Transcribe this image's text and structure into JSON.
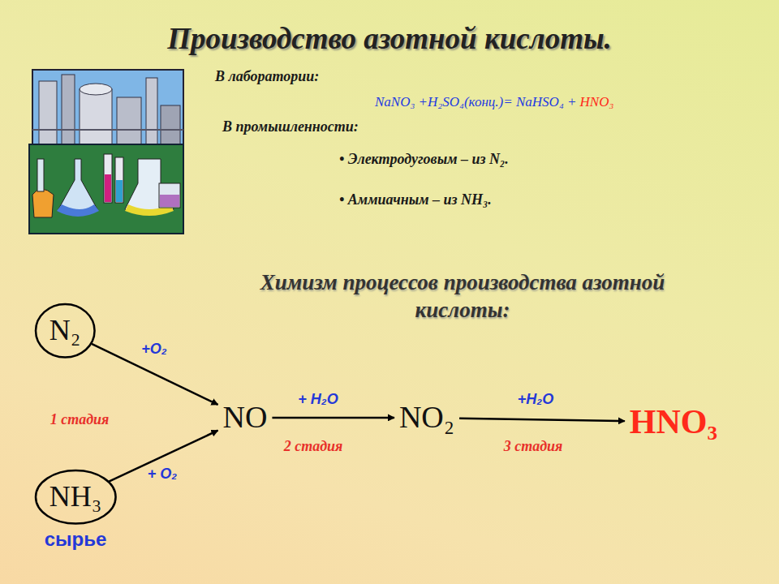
{
  "diagram": {
    "title": "Производство азотной кислоты.",
    "nodes": [
      {
        "text": [
          "N₂"
        ]
      },
      {
        "text": [
          "NH₃",
          "сырье"
        ]
      },
      {
        "text": [
          "NO"
        ]
      },
      {
        "text": [
          "NO₂"
        ]
      },
      {
        "text": [
          "HNO₃"
        ]
      }
    ],
    "edges": [
      {
        "from": 0,
        "to": 2,
        "arrow": "to",
        "label": "+O₂"
      },
      {
        "from": 1,
        "to": 2,
        "arrow": "to",
        "label": "+ O₂"
      },
      {
        "from": 2,
        "to": 3,
        "arrow": "to",
        "label": "+ H₂O"
      },
      {
        "from": 3,
        "to": 4,
        "arrow": "to",
        "label": "+H₂O"
      }
    ],
    "labels": [
      "В лаборатории:",
      "NaNO₃ +H₂SO₄(конц.)= NaHSO₄ +",
      "HNO₃",
      "В промышленности:",
      "• Электродуговым – из N₂.",
      "• Аммиачным – из NH₃.",
      "Химизм процессов производства азотной кислоты:",
      "1 стадия",
      "2 стадия",
      "3 стадия"
    ]
  }
}
